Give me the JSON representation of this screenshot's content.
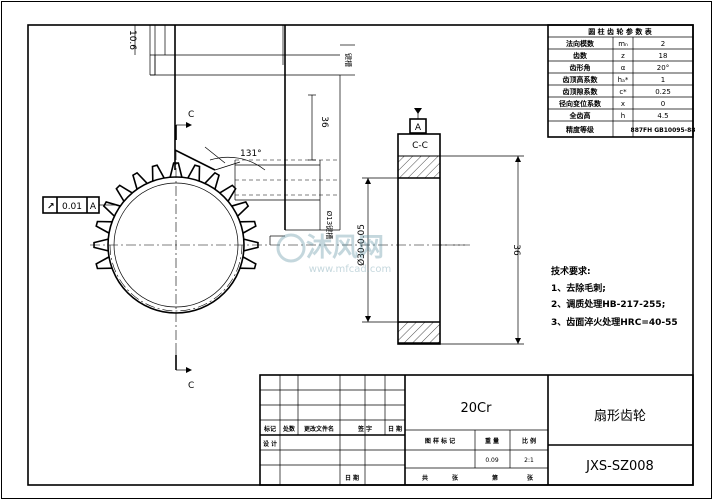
{
  "drawing": {
    "material": "20Cr",
    "part_name": "扇形齿轮",
    "drawing_number": "JXS-SZ008",
    "weight": "0.09",
    "scale": "2:1"
  },
  "params_table": {
    "title": "圆 柱 齿 轮 参 数 表",
    "rows": [
      {
        "name": "法向模数",
        "symbol": "mₙ",
        "value": "2"
      },
      {
        "name": "齿数",
        "symbol": "z",
        "value": "18"
      },
      {
        "name": "齿形角",
        "symbol": "α",
        "value": "20°"
      },
      {
        "name": "齿顶高系数",
        "symbol": "hₐ*",
        "value": "1"
      },
      {
        "name": "齿顶隙系数",
        "symbol": "c*",
        "value": "0.25"
      },
      {
        "name": "径向变位系数",
        "symbol": "x",
        "value": "0"
      },
      {
        "name": "全齿高",
        "symbol": "h",
        "value": "4.5"
      },
      {
        "name": "精度等级",
        "symbol": "",
        "value": "887FH GB10095-88"
      }
    ]
  },
  "tech_requirements": {
    "title": "技术要求:",
    "items": [
      "1、去除毛刺;",
      "2、调质处理HB-217-255;",
      "3、齿面淬火处理HRC=40-55"
    ]
  },
  "dimensions": {
    "top_width": "10.6",
    "keyway_label": "键槽",
    "height_36a": "36",
    "angle": "131°",
    "bore_label": "Ø13键槽",
    "hub_dia": "Ø30-0.05",
    "face_36": "36",
    "tolerance_value": "0.01",
    "datum": "A",
    "section_label": "C-C",
    "cut_top": "C",
    "cut_bottom": "C"
  },
  "title_block": {
    "rev_headers": [
      "标记",
      "处数",
      "更改文件名",
      "签 字",
      "日 期"
    ],
    "design": "设 计",
    "check_label": "日 期",
    "stage_headers": [
      "图 样 标 记",
      "重 量",
      "比 例"
    ],
    "sheet_info": [
      "共",
      "张",
      "第",
      "张"
    ]
  },
  "watermark": {
    "brand": "沐风网",
    "url": "www.mfcad.com"
  }
}
